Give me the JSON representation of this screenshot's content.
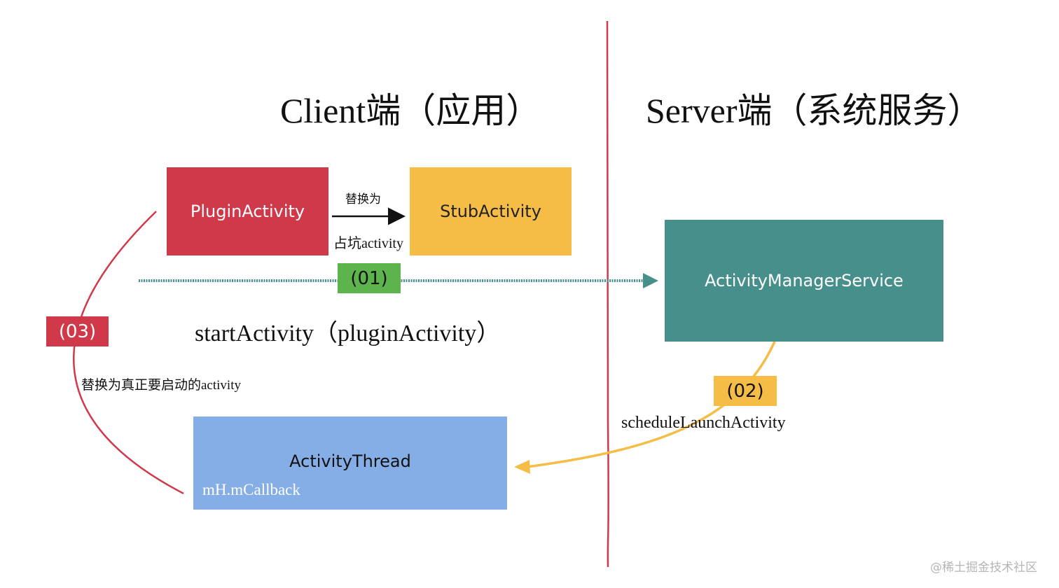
{
  "titles": {
    "client": "Client端（应用）",
    "server": "Server端（系统服务）"
  },
  "boxes": {
    "plugin": "PluginActivity",
    "stub": "StubActivity",
    "ams": "ActivityManagerService",
    "thread": "ActivityThread",
    "callback": "mH.mCallback"
  },
  "steps": {
    "s01": "(01)",
    "s02": "(02)",
    "s03": "(03)"
  },
  "texts": {
    "replace_as": "替换为",
    "placeholder_activity": "占坑activity",
    "start_activity": "startActivity（pluginActivity）",
    "replace_real": "替换为真正要启动的activity",
    "schedule_launch": "scheduleLaunchActivity",
    "watermark": "@稀土掘金技术社区"
  },
  "colors": {
    "plugin_red": "#d0394a",
    "stub_yellow": "#f5bd45",
    "ams_teal": "#478f8b",
    "thread_blue": "#86aee6",
    "step_green": "#5db34c",
    "divider_red": "#d0394a",
    "arrow_teal": "#478f8b",
    "arrow_yellow": "#f5bd45"
  }
}
